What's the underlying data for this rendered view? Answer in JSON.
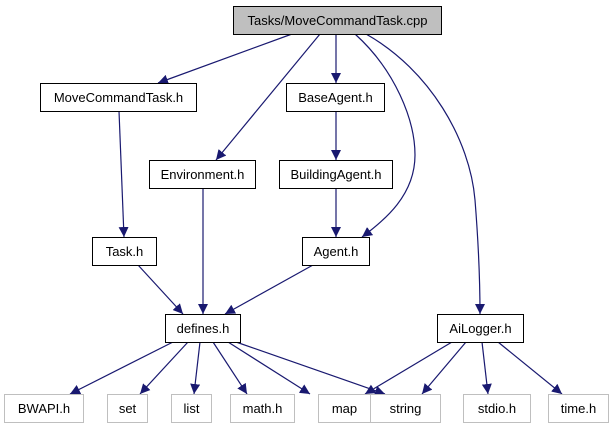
{
  "diagram": {
    "type": "include-dependency-graph",
    "colors": {
      "edge": "#191970",
      "root_fill": "#bfbfbf",
      "node_border": "#000000",
      "external_border": "#bfbfbf",
      "node_fill": "#ffffff"
    },
    "nodes": [
      {
        "id": "root",
        "label": "Tasks/MoveCommandTask.cpp",
        "kind": "root"
      },
      {
        "id": "movecmd",
        "label": "MoveCommandTask.h",
        "kind": "internal"
      },
      {
        "id": "baseagent",
        "label": "BaseAgent.h",
        "kind": "internal"
      },
      {
        "id": "environment",
        "label": "Environment.h",
        "kind": "internal"
      },
      {
        "id": "buildingagent",
        "label": "BuildingAgent.h",
        "kind": "internal"
      },
      {
        "id": "task",
        "label": "Task.h",
        "kind": "internal"
      },
      {
        "id": "agent",
        "label": "Agent.h",
        "kind": "internal"
      },
      {
        "id": "defines",
        "label": "defines.h",
        "kind": "internal"
      },
      {
        "id": "ailogger",
        "label": "AiLogger.h",
        "kind": "internal"
      },
      {
        "id": "bwapi",
        "label": "BWAPI.h",
        "kind": "external"
      },
      {
        "id": "set",
        "label": "set",
        "kind": "external"
      },
      {
        "id": "list",
        "label": "list",
        "kind": "external"
      },
      {
        "id": "math",
        "label": "math.h",
        "kind": "external"
      },
      {
        "id": "map",
        "label": "map",
        "kind": "external"
      },
      {
        "id": "string",
        "label": "string",
        "kind": "external"
      },
      {
        "id": "stdio",
        "label": "stdio.h",
        "kind": "external"
      },
      {
        "id": "time",
        "label": "time.h",
        "kind": "external"
      }
    ],
    "edges": [
      {
        "from": "root",
        "to": "movecmd"
      },
      {
        "from": "root",
        "to": "environment"
      },
      {
        "from": "root",
        "to": "baseagent"
      },
      {
        "from": "root",
        "to": "agent"
      },
      {
        "from": "root",
        "to": "ailogger"
      },
      {
        "from": "movecmd",
        "to": "task"
      },
      {
        "from": "baseagent",
        "to": "buildingagent"
      },
      {
        "from": "buildingagent",
        "to": "agent"
      },
      {
        "from": "environment",
        "to": "defines"
      },
      {
        "from": "task",
        "to": "defines"
      },
      {
        "from": "agent",
        "to": "defines"
      },
      {
        "from": "defines",
        "to": "bwapi"
      },
      {
        "from": "defines",
        "to": "set"
      },
      {
        "from": "defines",
        "to": "list"
      },
      {
        "from": "defines",
        "to": "math"
      },
      {
        "from": "defines",
        "to": "map"
      },
      {
        "from": "defines",
        "to": "string"
      },
      {
        "from": "ailogger",
        "to": "map"
      },
      {
        "from": "ailogger",
        "to": "string"
      },
      {
        "from": "ailogger",
        "to": "stdio"
      },
      {
        "from": "ailogger",
        "to": "time"
      }
    ]
  }
}
